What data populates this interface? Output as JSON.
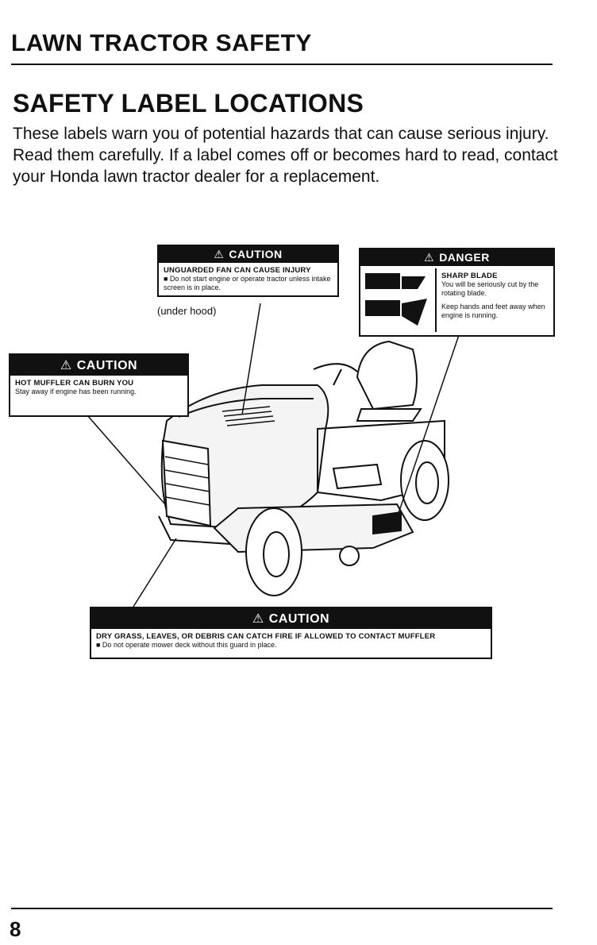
{
  "header": {
    "title": "LAWN TRACTOR SAFETY"
  },
  "section": {
    "title": "SAFETY LABEL LOCATIONS",
    "intro": "These labels warn you of potential hazards that can cause serious injury. Read them carefully. If a label comes off or becomes hard to read, contact your Honda lawn tractor dealer for a replacement."
  },
  "labels": {
    "fan": {
      "signal": "CAUTION",
      "heading": "UNGUARDED FAN CAN CAUSE INJURY",
      "text": "■ Do not start engine or operate tractor unless intake screen is in place.",
      "location": "(under hood)"
    },
    "blade": {
      "signal": "DANGER",
      "heading": "SHARP BLADE",
      "text1": "You will be seriously cut by the rotating blade.",
      "text2": "Keep hands and feet away when engine is running."
    },
    "muffler": {
      "signal": "CAUTION",
      "heading": "HOT MUFFLER CAN BURN YOU",
      "text": "Stay away if engine has been running."
    },
    "debris": {
      "signal": "CAUTION",
      "heading": "DRY GRASS, LEAVES, OR DEBRIS CAN CATCH FIRE IF ALLOWED TO CONTACT MUFFLER",
      "text": "■ Do not operate mower deck without this guard in place."
    }
  },
  "page_number": "8"
}
